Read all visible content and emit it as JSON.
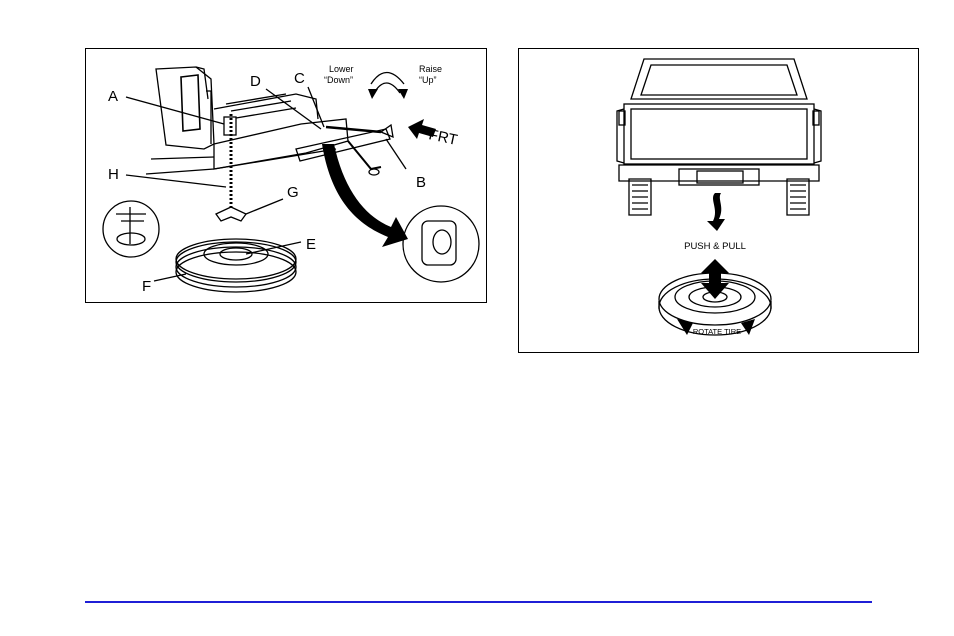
{
  "left_figure": {
    "labels": {
      "a": "A",
      "b": "B",
      "c": "C",
      "d": "D",
      "e": "E",
      "f": "F",
      "g": "G",
      "h": "H"
    },
    "lower_line1": "Lower",
    "lower_line2": "“Down”",
    "raise_line1": "Raise",
    "raise_line2": "“Up”",
    "front": "FRT"
  },
  "right_figure": {
    "push_pull": "PUSH & PULL",
    "rotate_tire": "ROTATE TIRE"
  },
  "colors": {
    "rule": "#1f1fd6"
  }
}
